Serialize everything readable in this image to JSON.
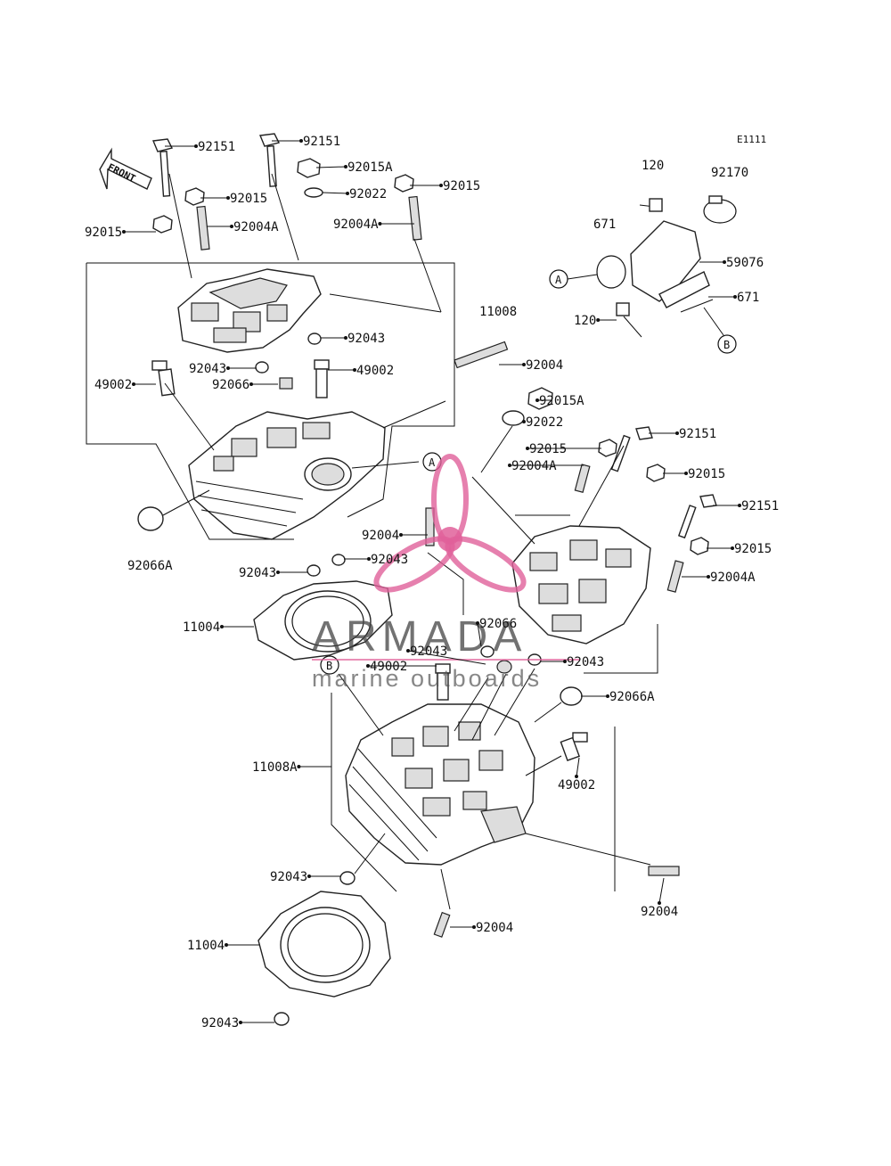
{
  "diagram_code": "E1111",
  "front_label": "FRONT",
  "watermark": {
    "brand": "ARMADA",
    "tagline": "marine outboards",
    "accent": "#e0609a"
  },
  "callouts": {
    "A": "A",
    "B": "B"
  },
  "labels": [
    "92151",
    "92151",
    "92015A",
    "92015",
    "92022",
    "92015",
    "92004A",
    "92004A",
    "92015",
    "92043",
    "92043",
    "49002",
    "92066",
    "49002",
    "11008",
    "92004",
    "92066A",
    "92043",
    "92043",
    "92004",
    "11004",
    "120",
    "92170",
    "671",
    "59076",
    "120",
    "671",
    "92015A",
    "92022",
    "92151",
    "92015",
    "92004A",
    "92015",
    "92151",
    "92015",
    "92004A",
    "92066",
    "92043",
    "92043",
    "49002",
    "92066A",
    "49002",
    "11008A",
    "92043",
    "92004",
    "92004",
    "11004",
    "92043"
  ]
}
